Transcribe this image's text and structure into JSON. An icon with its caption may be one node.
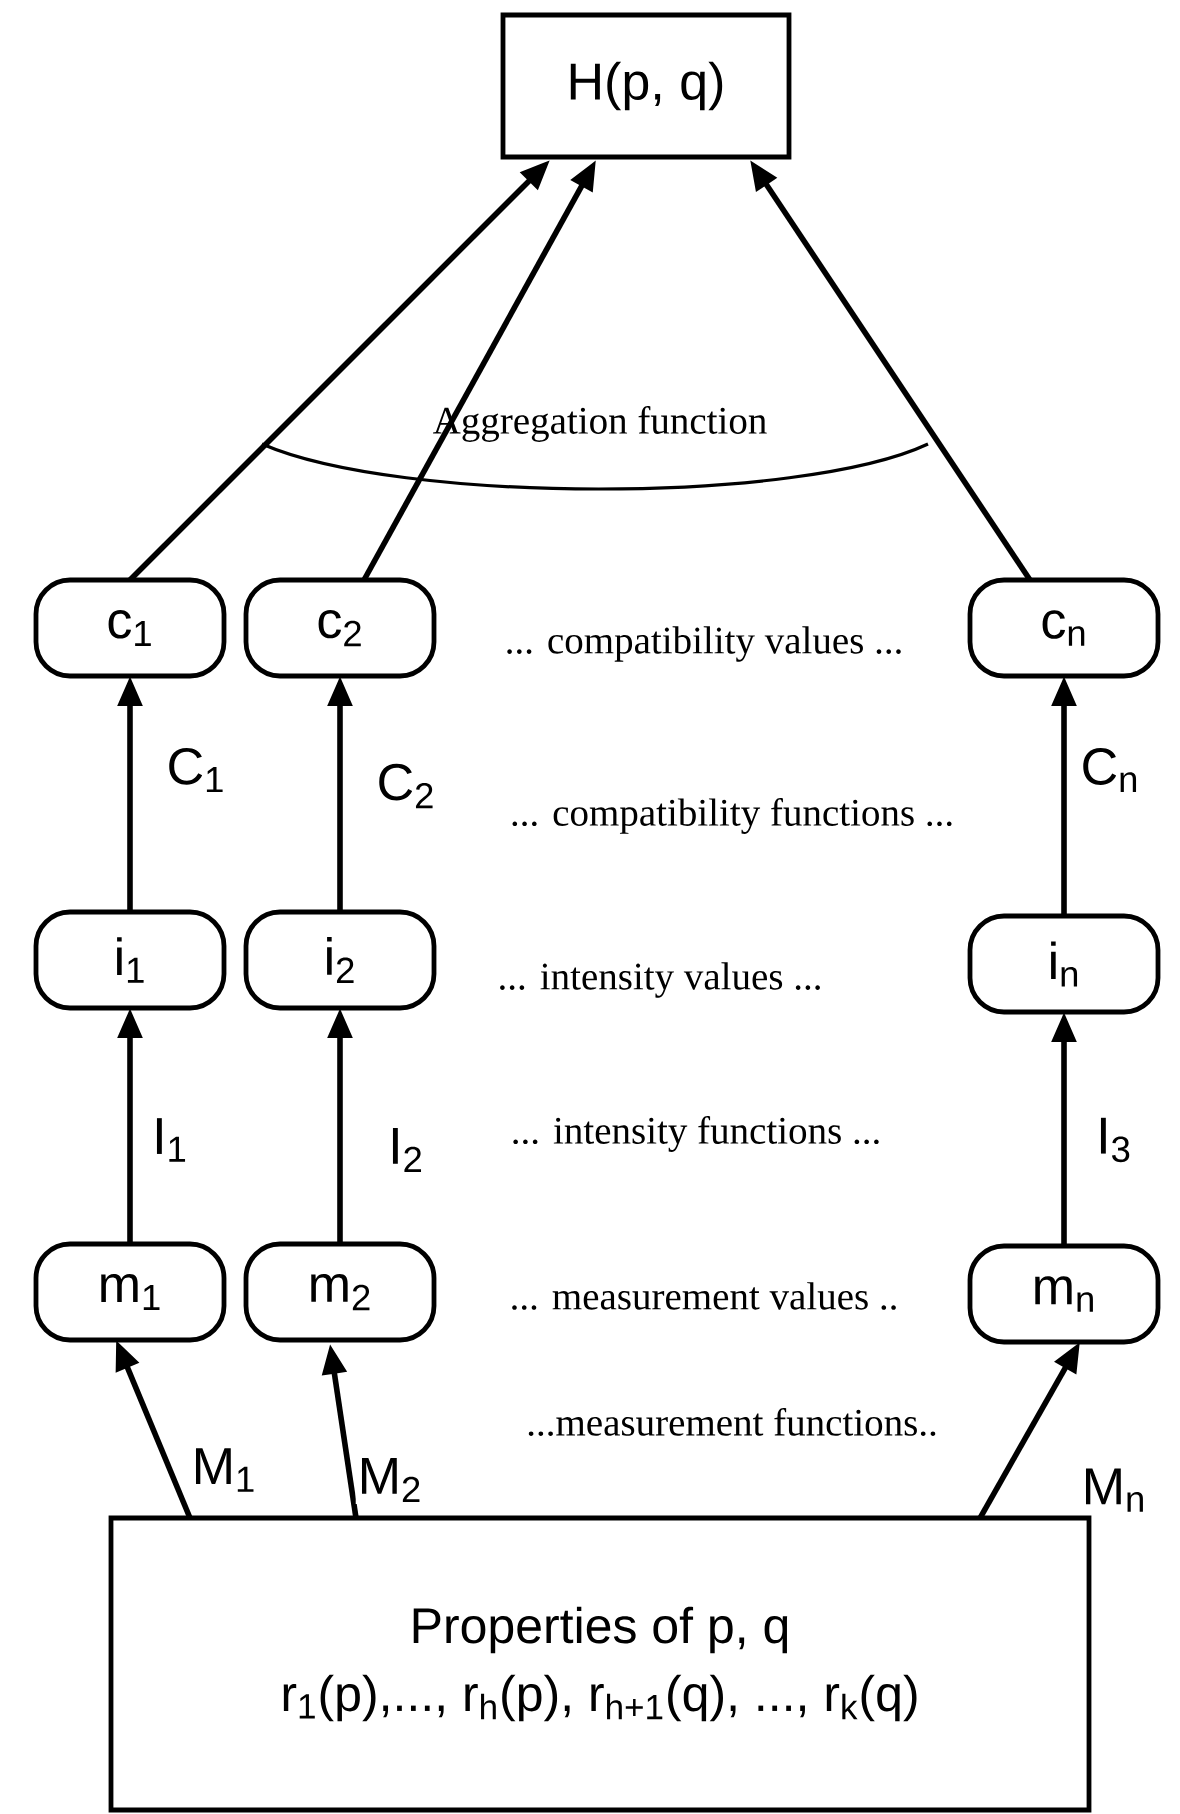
{
  "diagram": {
    "nodes": [
      {
        "text": [
          "H(p, q)"
        ]
      },
      {
        "text": [
          "c$_{1}$"
        ]
      },
      {
        "text": [
          "c$_{2}$"
        ]
      },
      {
        "text": [
          "c$_{n}$"
        ]
      },
      {
        "text": [
          "i$_{1}$"
        ]
      },
      {
        "text": [
          "i$_{2}$"
        ]
      },
      {
        "text": [
          "i$_{n}$"
        ]
      },
      {
        "text": [
          "m$_{1}$"
        ]
      },
      {
        "text": [
          "m$_{2}$"
        ]
      },
      {
        "text": [
          "m$_{n}$"
        ]
      },
      {
        "text": [
          "Properties of p, q",
          "r$_{1}$(p),..., r$_{h}$(p), r$_{h+1}$(q), ..., r$_{k}$(q)"
        ]
      }
    ],
    "edges": [
      {
        "from": 1,
        "to": 0,
        "arrow": "to"
      },
      {
        "from": 2,
        "to": 0,
        "arrow": "to"
      },
      {
        "from": 3,
        "to": 0,
        "arrow": "to"
      },
      {
        "from": 4,
        "to": 1,
        "arrow": "to",
        "label": "C$_{1}$"
      },
      {
        "from": 5,
        "to": 2,
        "arrow": "to",
        "label": "C$_{2}$"
      },
      {
        "from": 6,
        "to": 3,
        "arrow": "to",
        "label": "C$_{n}$"
      },
      {
        "from": 7,
        "to": 4,
        "arrow": "to",
        "label": "I$_{1}$"
      },
      {
        "from": 8,
        "to": 5,
        "arrow": "to",
        "label": "I$_{2}$"
      },
      {
        "from": 9,
        "to": 6,
        "arrow": "to",
        "label": "I$_{3}$"
      },
      {
        "from": 10,
        "to": 7,
        "arrow": "to",
        "label": "M$_{1}$"
      },
      {
        "from": 10,
        "to": 8,
        "arrow": "to",
        "label": "M$_{2}$"
      },
      {
        "from": 10,
        "to": 9,
        "arrow": "to",
        "label": "M$_{n}$"
      }
    ],
    "labels": [
      "Aggregation function",
      "... compatibility values ...",
      "... compatibility functions ...",
      "... intensity values ...",
      "... intensity functions ...",
      "... measurement values ..",
      "...measurement functions.."
    ]
  }
}
